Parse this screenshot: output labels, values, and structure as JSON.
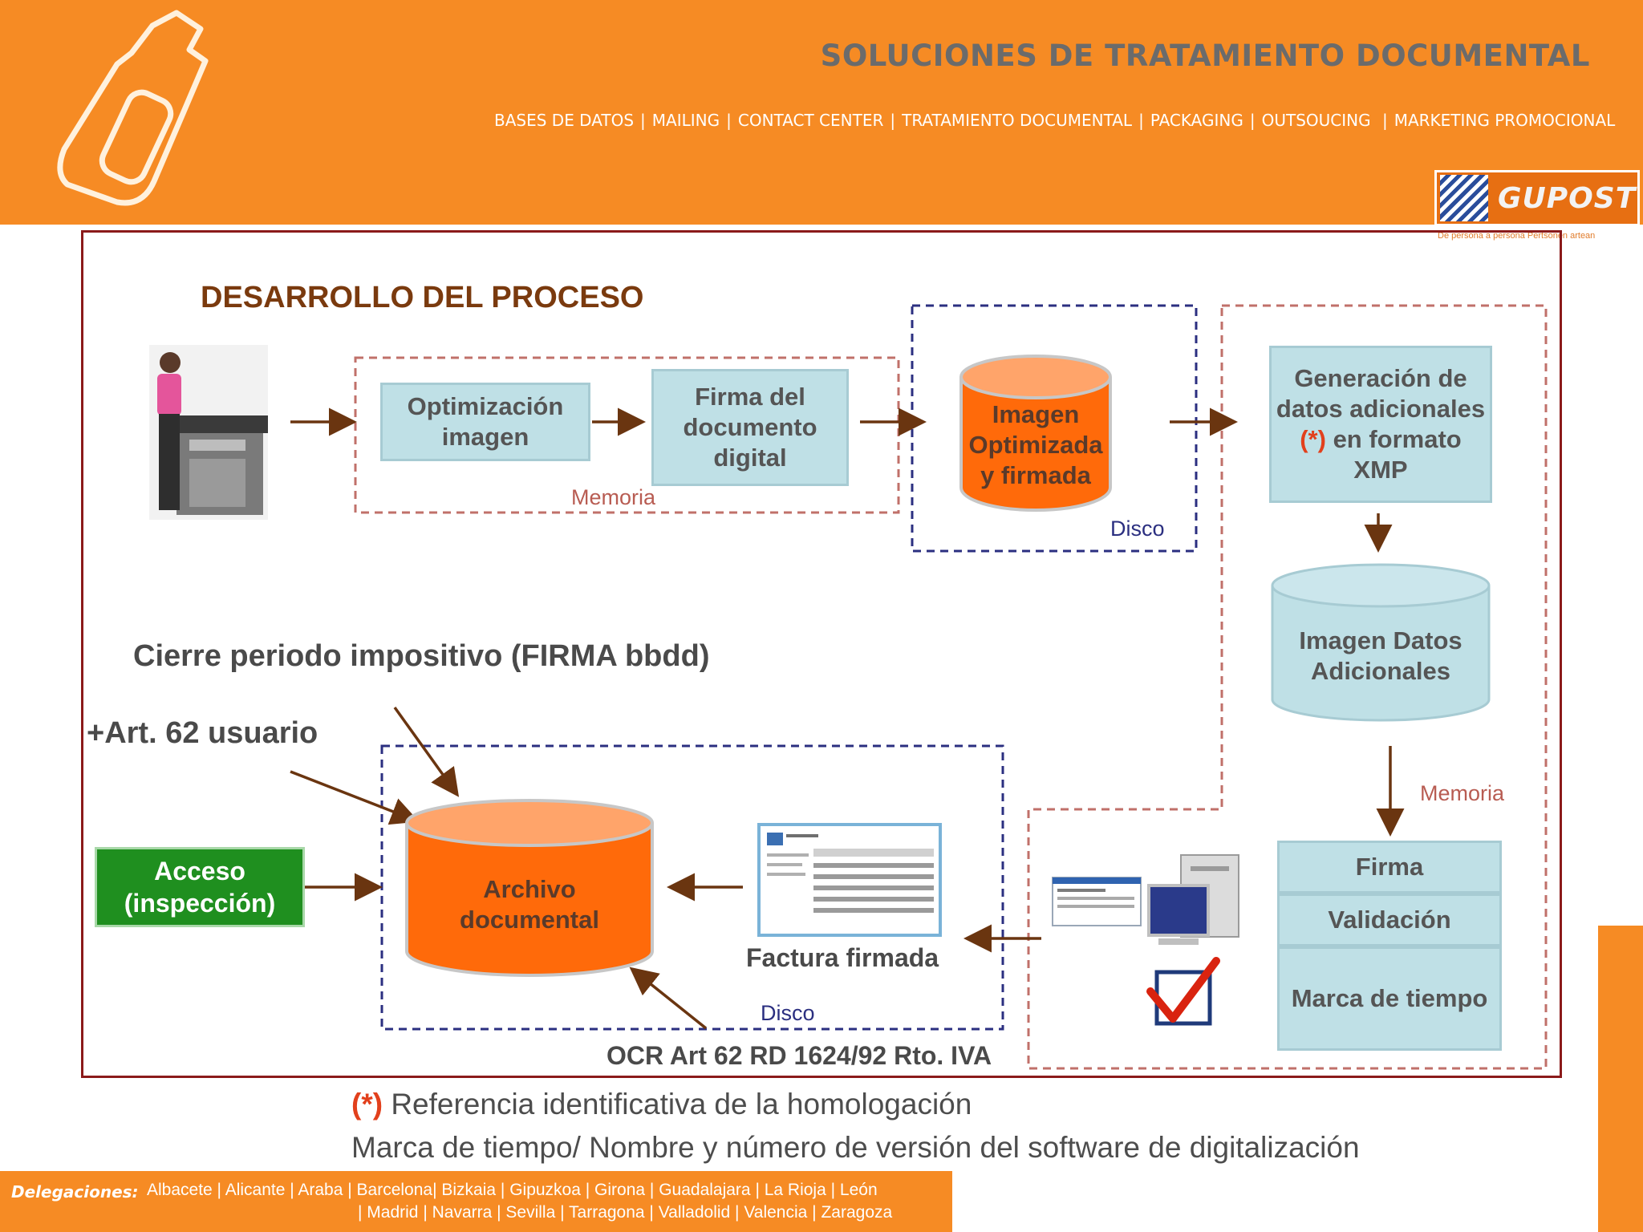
{
  "header": {
    "title": "SOLUCIONES DE TRATAMIENTO DOCUMENTAL",
    "nav": [
      "BASES DE DATOS",
      "MAILING",
      "CONTACT CENTER",
      "TRATAMIENTO DOCUMENTAL",
      "PACKAGING",
      "OUTSOUCING",
      "MARKETING PROMOCIONAL"
    ]
  },
  "brand": {
    "logo_text": "GUPOST",
    "tagline": "De persona a persona  Pertsonen artean"
  },
  "diagram": {
    "title": "DESARROLLO DEL PROCESO",
    "box_optimizacion": "Optimización imagen",
    "box_firma_doc": "Firma del documento digital",
    "label_memoria_1": "Memoria",
    "cyl_imagen_firmada": "Imagen Optimizada y firmada",
    "label_disco_1": "Disco",
    "box_generacion_pre": "Generación de datos adicionales ",
    "box_generacion_mark": "(*)",
    "box_generacion_post": " en formato XMP",
    "cyl_imagen_datos": "Imagen Datos Adicionales",
    "label_memoria_2": "Memoria",
    "stack_firma": "Firma",
    "stack_validacion": "Validación",
    "stack_marca": "Marca de tiempo",
    "cierre": "Cierre periodo impositivo (FIRMA bbdd)",
    "art62": "+Art. 62 usuario",
    "acceso": "Acceso (inspección)",
    "cyl_archivo": "Archivo documental",
    "factura": "Factura firmada",
    "label_disco_2": "Disco",
    "ocr": "OCR Art 62 RD 1624/92 Rto. IVA"
  },
  "notes": {
    "mark": "(*)",
    "line1": " Referencia identificativa de la homologación",
    "line2": "Marca de tiempo/ Nombre y número de versión del software de digitalización"
  },
  "footer": {
    "label": "Delegaciones:",
    "line1": "Albacete | Alicante | Araba | Barcelona| Bizkaia | Gipuzkoa | Girona | Guadalajara | La Rioja | León",
    "line2": "| Madrid | Navarra | Sevilla | Tarragona | Valladolid | Valencia | Zaragoza"
  },
  "colors": {
    "orange": "#f68b24",
    "cylinder_orange": "#ff6a0a",
    "light_blue": "#bfe0e6",
    "green": "#1f8f1f",
    "arrow": "#6a3510",
    "memoria_dash": "#c0706a",
    "disco_dash": "#2b2f80"
  },
  "icons": [
    "bottle-icon",
    "scanner-operator-photo",
    "invoice-window-icon",
    "computer-icon",
    "checkmark-icon"
  ]
}
